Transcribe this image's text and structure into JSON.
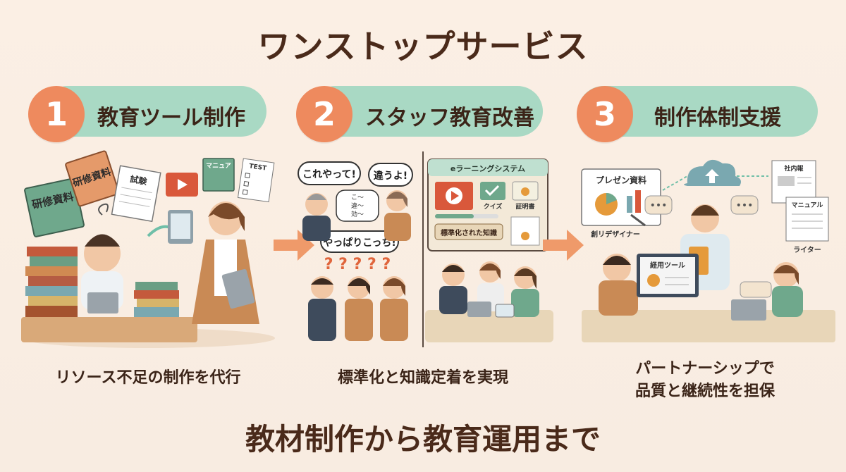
{
  "title": "ワンストップサービス",
  "steps": [
    {
      "number": "1",
      "label": "教育ツール制作",
      "caption": "リソース不足の制作を代行"
    },
    {
      "number": "2",
      "label": "スタッフ教育改善",
      "caption": "標準化と知識定着を実現"
    },
    {
      "number": "3",
      "label": "制作体制支援",
      "caption_line1": "パートナーシップで",
      "caption_line2": "品質と継続性を担保"
    }
  ],
  "panel1": {
    "book1": "研修資料",
    "book2": "研修資料",
    "paper_exam": "試験",
    "manual": "マニュア",
    "test": "TEST"
  },
  "panel2": {
    "bubble1": "これやって!",
    "bubble2": "違うよ!",
    "bubble3": "やっぱりこっち!",
    "bubble_small1": "こ〜",
    "bubble_small2": "違〜",
    "bubble_small3": "効〜",
    "question_marks": "? ? ? ? ?",
    "elearning_title": "eラーニングシステム",
    "quiz": "クイズ",
    "certificate": "証明書",
    "standardized": "標準化された知識"
  },
  "panel3": {
    "presentation": "プレゼン資料",
    "designer": "創リデザイナー",
    "tool": "経用ツール",
    "newsletter": "社内報",
    "manual": "マニュアル",
    "writer": "ライター"
  },
  "bottom": "教材制作から教育運用まで",
  "colors": {
    "accent_orange": "#ee8a5e",
    "pill_green": "#a9d9c4",
    "text_brown": "#4a2a1a",
    "background": "#fbefe4"
  }
}
